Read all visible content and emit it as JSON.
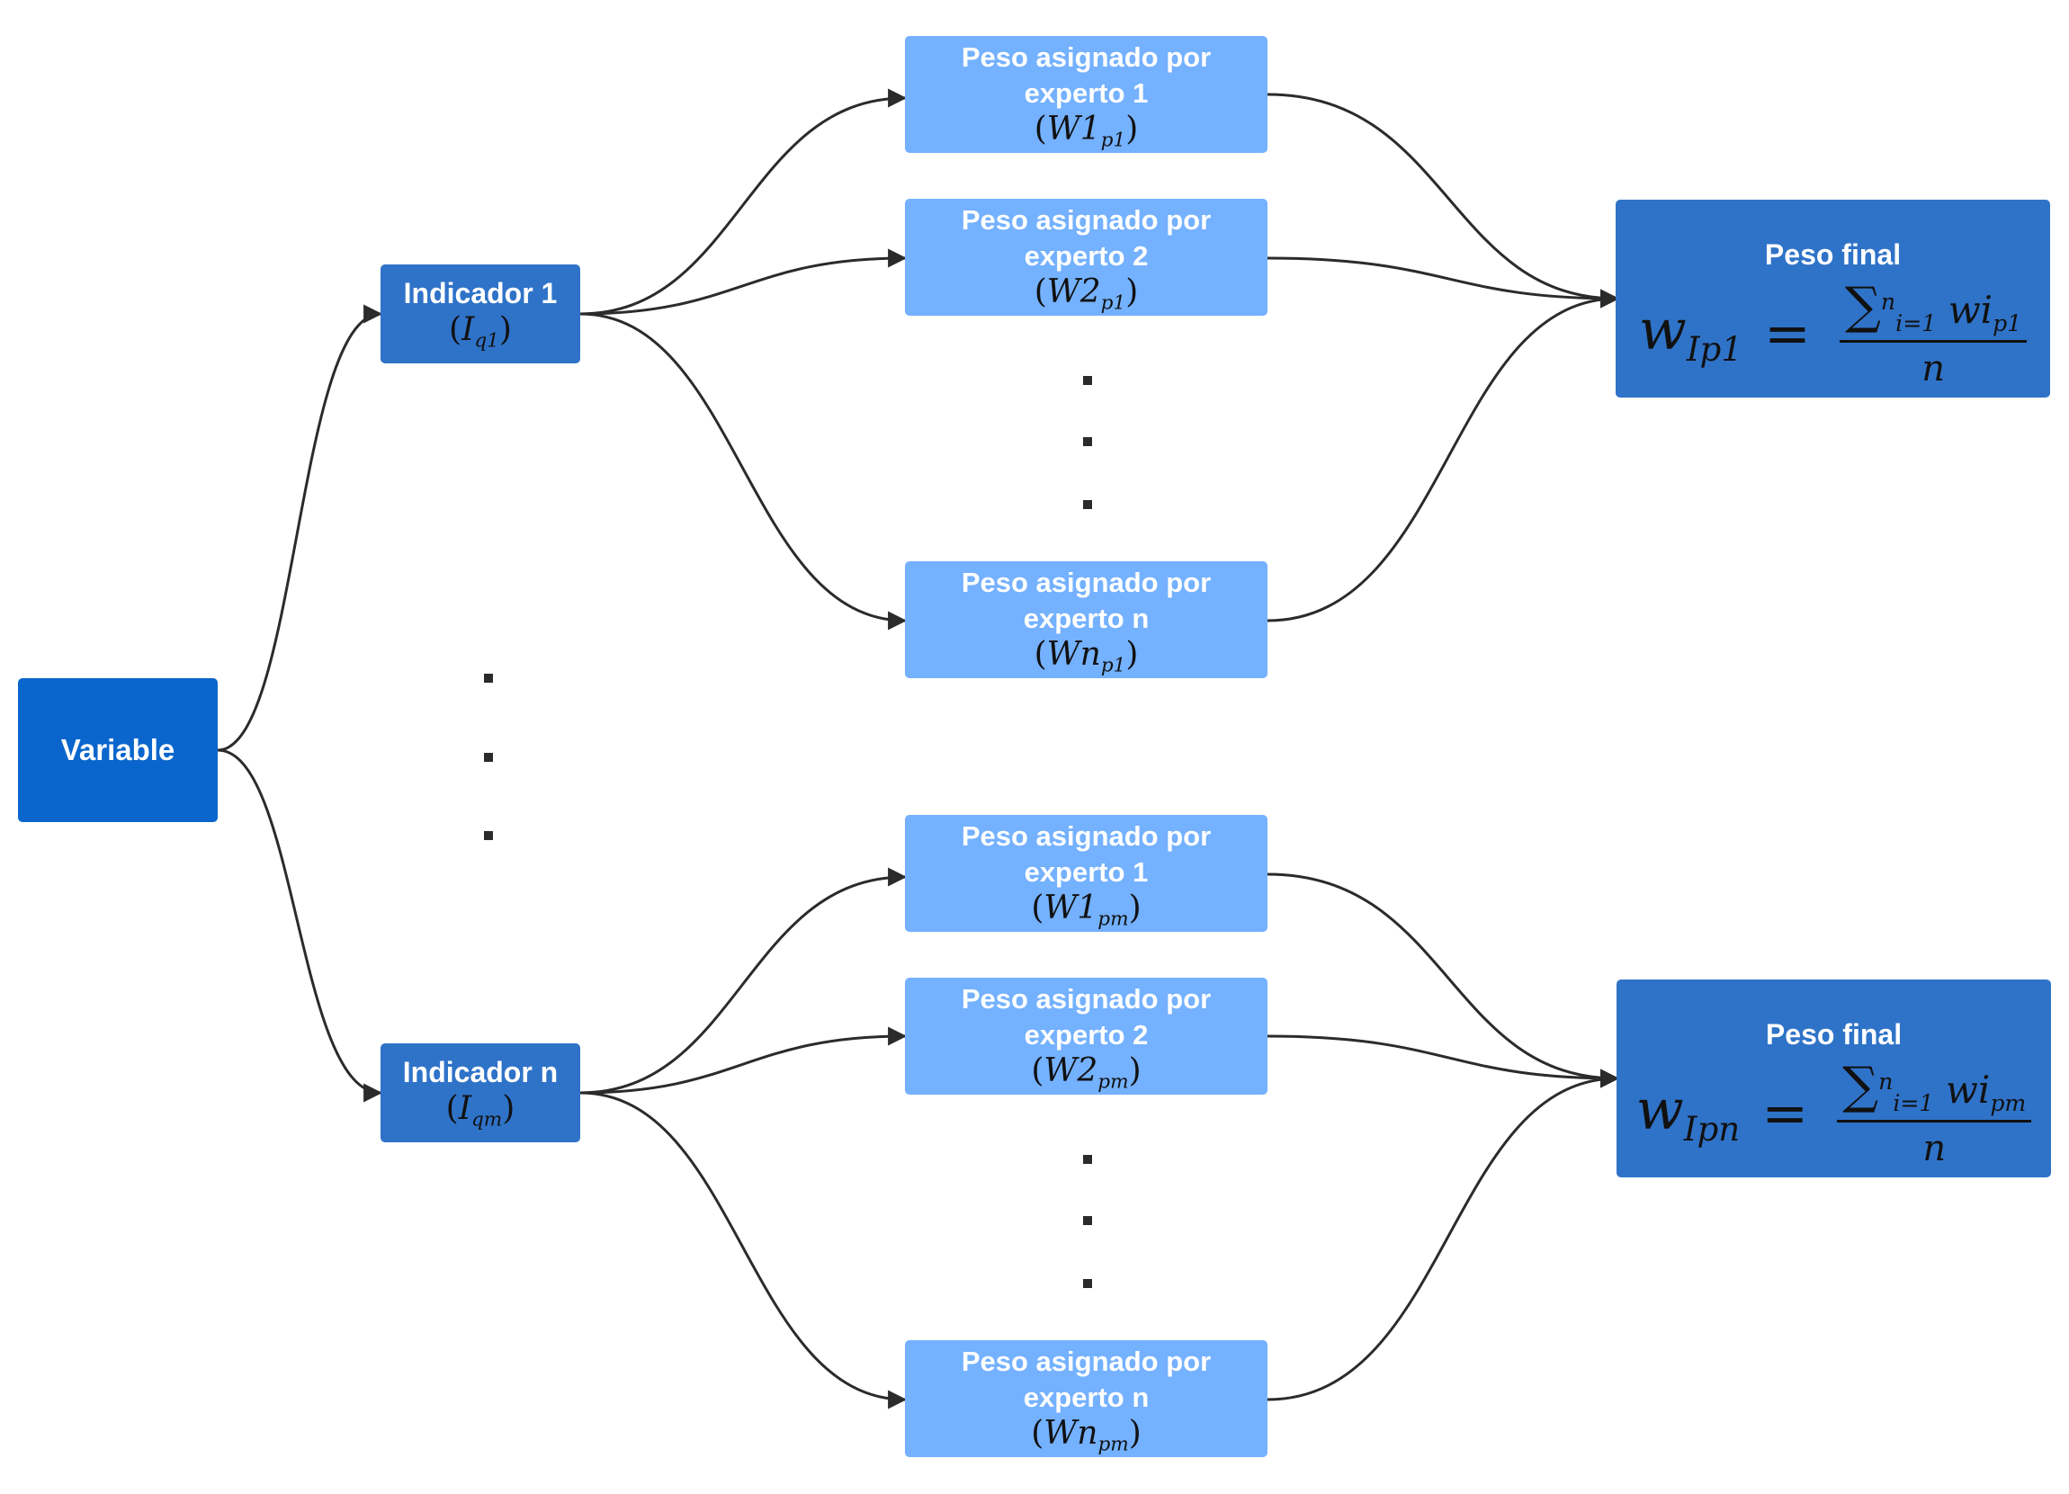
{
  "variable": {
    "label": "Variable"
  },
  "indicators": [
    {
      "label": "Indicador 1",
      "sym": "I",
      "sub": "q1"
    },
    {
      "label": "Indicador n",
      "sym": "I",
      "sub": "qm"
    }
  ],
  "experts_top": [
    {
      "line1": "Peso asignado por",
      "line2": "experto 1",
      "sym": "W1",
      "sub": "p1"
    },
    {
      "line1": "Peso asignado por",
      "line2": "experto 2",
      "sym": "W2",
      "sub": "p1"
    },
    {
      "line1": "Peso asignado por",
      "line2": "experto n",
      "sym": "Wn",
      "sub": "p1"
    }
  ],
  "experts_bottom": [
    {
      "line1": "Peso asignado por",
      "line2": "experto 1",
      "sym": "W1",
      "sub": "pm"
    },
    {
      "line1": "Peso asignado por",
      "line2": "experto 2",
      "sym": "W2",
      "sub": "pm"
    },
    {
      "line1": "Peso asignado por",
      "line2": "experto n",
      "sym": "Wn",
      "sub": "pm"
    }
  ],
  "finals": [
    {
      "label": "Peso final",
      "lhs": "w",
      "lhs_sub": "Ip1",
      "sup": "n",
      "lower": "i=1",
      "term": "wi",
      "term_sub": "p1",
      "den": "n"
    },
    {
      "label": "Peso final",
      "lhs": "w",
      "lhs_sub": "Ipn",
      "sup": "n",
      "lower": "i=1",
      "term": "wi",
      "term_sub": "pm",
      "den": "n"
    }
  ],
  "colors": {
    "variable": "#0a66cc",
    "indicator": "#2f73c8",
    "expert": "#74b1ff",
    "final": "#2f73c8",
    "connector": "#2b2b2b"
  }
}
